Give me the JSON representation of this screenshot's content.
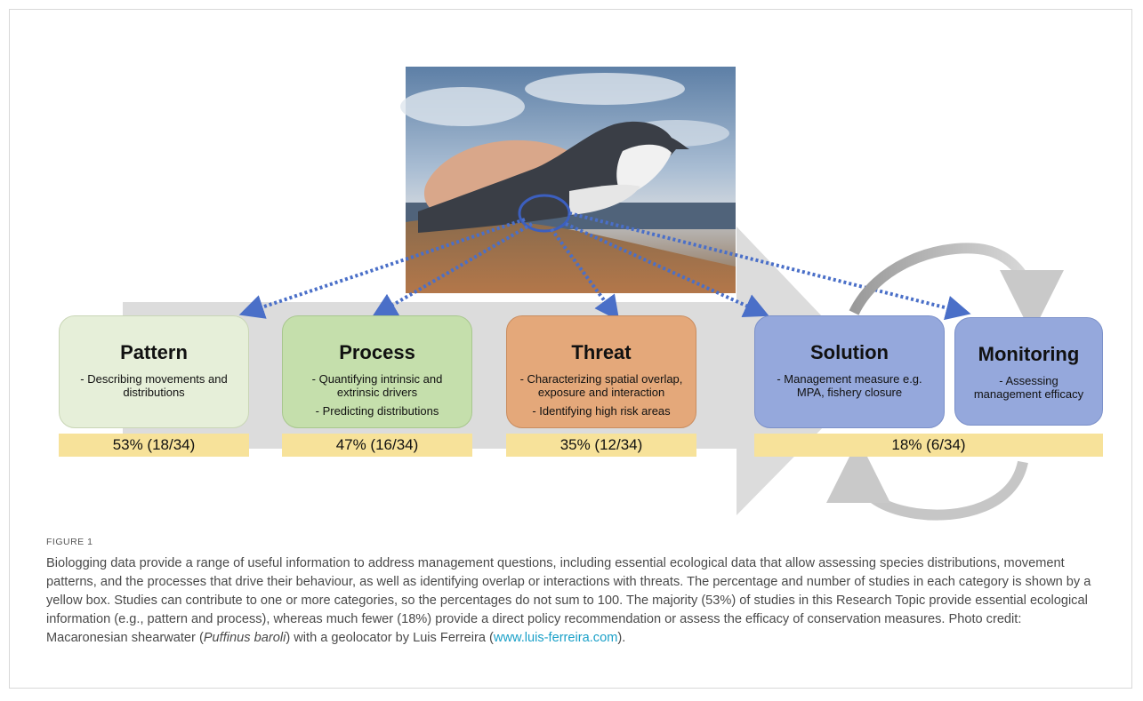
{
  "boxes": [
    {
      "title": "Pattern",
      "lines": [
        "- Describing movements and distributions"
      ],
      "color": "#e6efd9"
    },
    {
      "title": "Process",
      "lines": [
        "- Quantifying intrinsic and extrinsic drivers",
        "- Predicting distributions"
      ],
      "color": "#c5dfac"
    },
    {
      "title": "Threat",
      "lines": [
        "- Characterizing spatial overlap, exposure and interaction",
        "- Identifying high risk areas"
      ],
      "color": "#e4a87a"
    },
    {
      "title": "Solution",
      "lines": [
        "- Management measure e.g. MPA, fishery closure"
      ],
      "color": "#95a8dc"
    },
    {
      "title": "Monitoring",
      "lines": [
        "- Assessing management efficacy"
      ],
      "color": "#95a8dc"
    }
  ],
  "percentages": [
    "53% (18/34)",
    "47% (16/34)",
    "35% (12/34)",
    "18% (6/34)"
  ],
  "colors": {
    "arrow_fill": "#dcdcdc",
    "dotted_arrow": "#4a6fc8",
    "percent_box": "#f7e29a",
    "link": "#1aa0c8"
  },
  "caption": {
    "label": "FIGURE 1",
    "text_before_species": "Biologging data provide a range of useful information to address management questions, including essential ecological data that allow assessing species distributions, movement patterns, and the processes that drive their behaviour, as well as identifying overlap or interactions with threats. The percentage and number of studies in each category is shown by a yellow box. Studies can contribute to one or more categories, so the percentages do not sum to 100. The majority (53%) of studies in this Research Topic provide essential ecological information (e.g., pattern and process), whereas much fewer (18%) provide a direct policy recommendation or assess the efficacy of conservation measures. Photo credit: Macaronesian shearwater (",
    "species": "Puffinus baroli",
    "text_after_species": ") with a geolocator by Luis Ferreira (",
    "link_text": "www.luis-ferreira.com",
    "text_end": ")."
  }
}
